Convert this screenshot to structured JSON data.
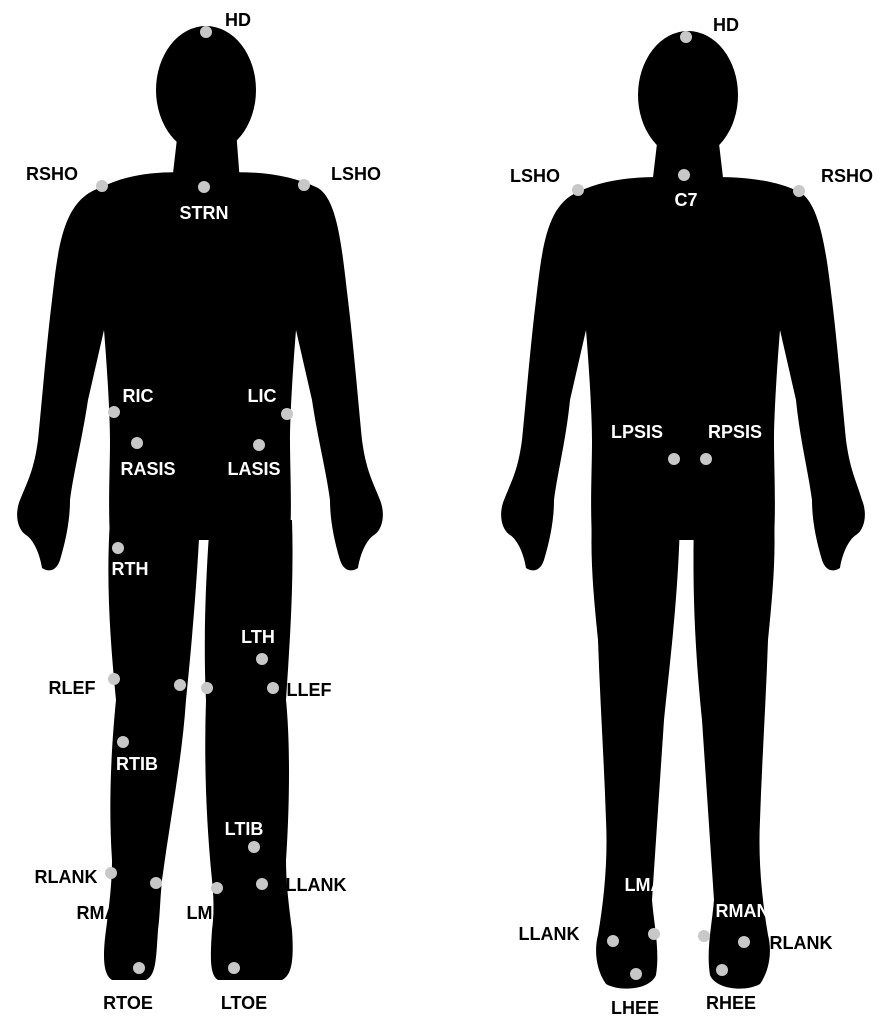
{
  "colors": {
    "silhouette": "#000000",
    "marker": "#c8c8c8",
    "label_on_body": "#ffffff",
    "label_off_body": "#000000"
  },
  "front": {
    "markers": [
      {
        "name": "head-top",
        "label": "HD"
      },
      {
        "name": "right-shoulder",
        "label": "RSHO"
      },
      {
        "name": "sternum",
        "label": "STRN"
      },
      {
        "name": "left-shoulder",
        "label": "LSHO"
      },
      {
        "name": "right-iliac-crest",
        "label": "RIC"
      },
      {
        "name": "left-iliac-crest",
        "label": "LIC"
      },
      {
        "name": "right-asis",
        "label": "RASIS"
      },
      {
        "name": "left-asis",
        "label": "LASIS"
      },
      {
        "name": "right-thigh",
        "label": "RTH"
      },
      {
        "name": "left-thigh",
        "label": "LTH"
      },
      {
        "name": "right-lateral-femoral-epicondyle",
        "label": "RLEF"
      },
      {
        "name": "right-medial-knee",
        "label": ""
      },
      {
        "name": "left-medial-knee",
        "label": ""
      },
      {
        "name": "left-lateral-femoral-epicondyle",
        "label": "LLEF"
      },
      {
        "name": "right-tibia",
        "label": "RTIB"
      },
      {
        "name": "left-tibia",
        "label": "LTIB"
      },
      {
        "name": "right-lateral-ankle",
        "label": "RLANK"
      },
      {
        "name": "right-medial-ankle",
        "label": "RMANK"
      },
      {
        "name": "left-medial-ankle",
        "label": "LMANK"
      },
      {
        "name": "left-lateral-ankle",
        "label": "LLANK"
      },
      {
        "name": "right-toe",
        "label": "RTOE"
      },
      {
        "name": "left-toe",
        "label": "LTOE"
      }
    ]
  },
  "back": {
    "markers": [
      {
        "name": "head-top",
        "label": "HD"
      },
      {
        "name": "left-shoulder",
        "label": "LSHO"
      },
      {
        "name": "c7",
        "label": "C7"
      },
      {
        "name": "right-shoulder",
        "label": "RSHO"
      },
      {
        "name": "left-psis",
        "label": "LPSIS"
      },
      {
        "name": "right-psis",
        "label": "RPSIS"
      },
      {
        "name": "left-medial-ankle",
        "label": "LMANK"
      },
      {
        "name": "right-medial-ankle",
        "label": "RMANK"
      },
      {
        "name": "left-lateral-ankle",
        "label": "LLANK"
      },
      {
        "name": "right-lateral-ankle",
        "label": "RLANK"
      },
      {
        "name": "left-heel",
        "label": "LHEE"
      },
      {
        "name": "right-heel",
        "label": "RHEE"
      }
    ]
  }
}
